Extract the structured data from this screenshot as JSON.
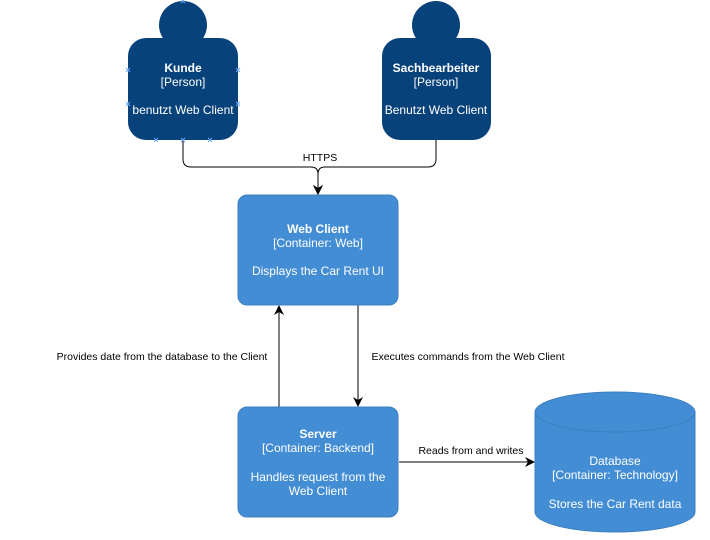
{
  "colors": {
    "person": "#08427b",
    "container": "#438dd5",
    "container_border": "#3c7fc0",
    "edge": "#000000",
    "selection_marker": "#6aa9ff"
  },
  "diagram": {
    "persons": [
      {
        "id": "kunde",
        "name": "Kunde",
        "type": "[Person]",
        "description": "benutzt Web Client",
        "selected": true
      },
      {
        "id": "sachbearbeiter",
        "name": "Sachbearbeiter",
        "type": "[Person]",
        "description": "Benutzt Web Client",
        "selected": false
      }
    ],
    "containers": [
      {
        "id": "web_client",
        "name": "Web Client",
        "type": "[Container: Web]",
        "description": "Displays the Car Rent UI"
      },
      {
        "id": "server",
        "name": "Server",
        "type": "[Container: Backend]",
        "description_line1": "Handles request from the",
        "description_line2": "Web Client"
      }
    ],
    "database": {
      "id": "database",
      "name": "Database",
      "type": "[Container: Technology]",
      "description": "Stores the Car Rent data"
    },
    "edges": [
      {
        "from": "kunde",
        "to": "web_client",
        "label": "HTTPS"
      },
      {
        "from": "sachbearbeiter",
        "to": "web_client",
        "label": ""
      },
      {
        "from": "server",
        "to": "web_client",
        "label": "Provides date from the database to the Client"
      },
      {
        "from": "web_client",
        "to": "server",
        "label": "Executes commands from the Web Client"
      },
      {
        "from": "server",
        "to": "database",
        "label": "Reads from and writes"
      }
    ]
  }
}
